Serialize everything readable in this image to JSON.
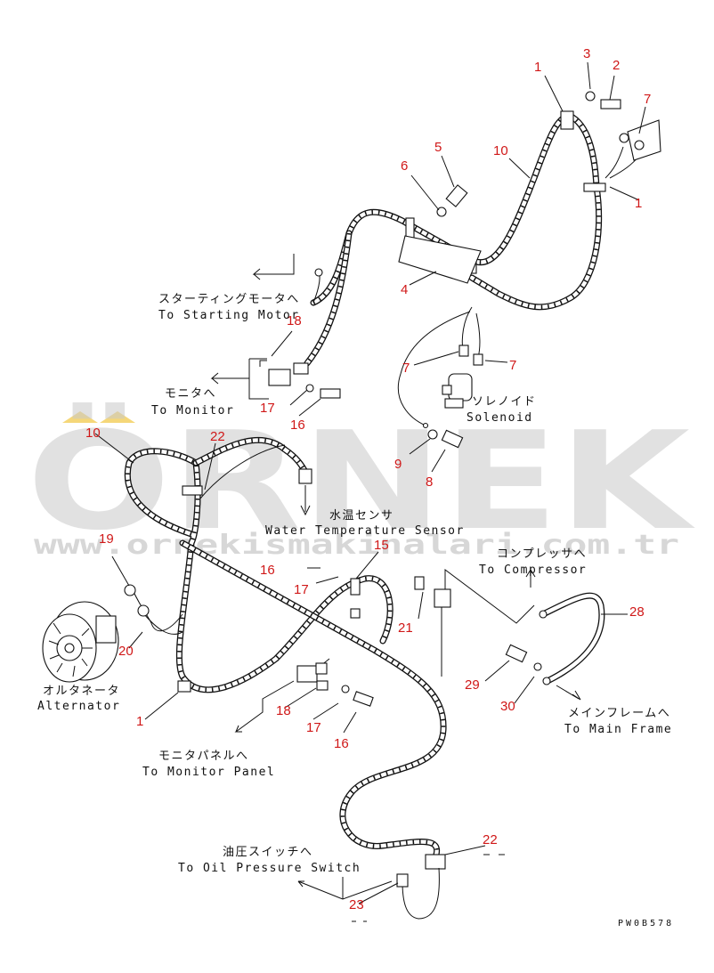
{
  "watermark": {
    "brand": "ÖRNEK",
    "url": "www.ornekismakinalari.com.tr",
    "accent": "#f2c94c"
  },
  "drawing_code": "PW0B578",
  "labels": {
    "starting_motor_jp": "スターティングモータへ",
    "starting_motor_en": "To Starting Motor",
    "monitor_jp": "モニタへ",
    "monitor_en": "To Monitor",
    "solenoid_jp": "ソレノイド",
    "solenoid_en": "Solenoid",
    "water_temp_jp": "水温センサ",
    "water_temp_en": "Water Temperature Sensor",
    "compressor_jp": "コンプレッサへ",
    "compressor_en": "To Compressor",
    "alternator_jp": "オルタネータ",
    "alternator_en": "Alternator",
    "monitor_panel_jp": "モニタパネルへ",
    "monitor_panel_en": "To Monitor Panel",
    "main_frame_jp": "メインフレームへ",
    "main_frame_en": "To Main Frame",
    "oil_pressure_jp": "油圧スイッチへ",
    "oil_pressure_en": "To Oil Pressure Switch"
  },
  "callouts": [
    "1",
    "3",
    "2",
    "7",
    "1",
    "10",
    "5",
    "6",
    "4",
    "18",
    "7",
    "7",
    "17",
    "16",
    "9",
    "8",
    "10",
    "22",
    "15",
    "16",
    "17",
    "19",
    "21",
    "20",
    "28",
    "29",
    "30",
    "1",
    "18",
    "17",
    "16",
    "22",
    "23"
  ],
  "colors": {
    "callout": "#d01818",
    "line": "#111111"
  }
}
